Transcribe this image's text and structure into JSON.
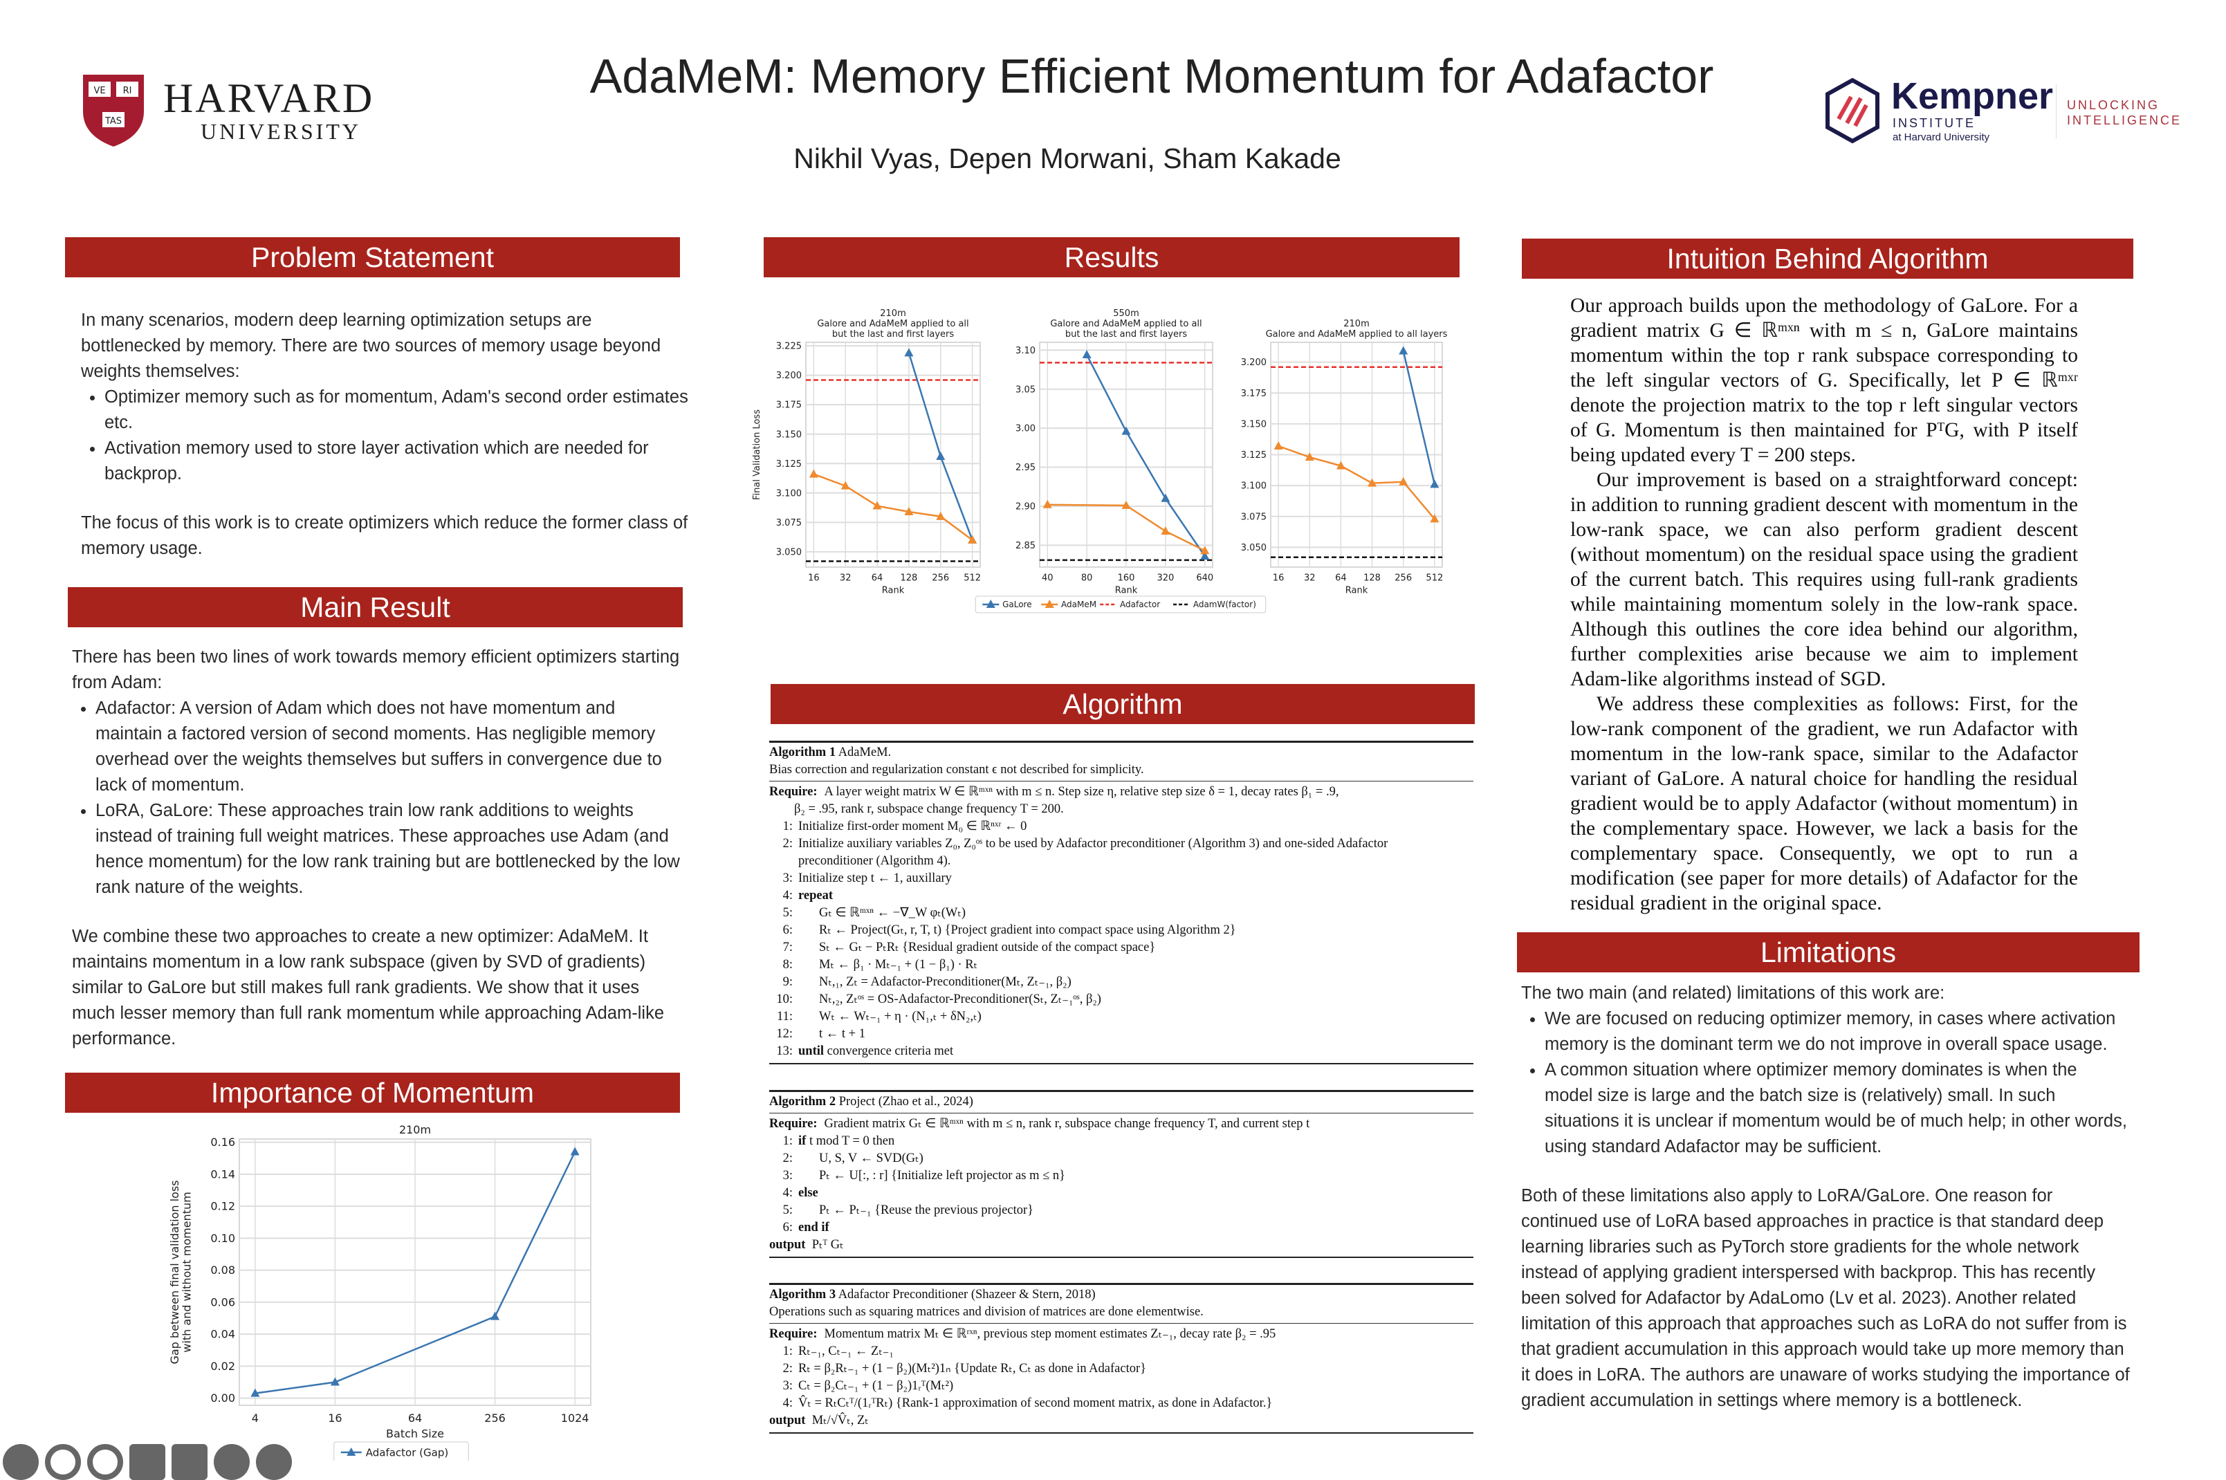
{
  "header": {
    "title": "AdaMeM: Memory Efficient Momentum for Adafactor",
    "authors": "Nikhil Vyas, Depen Morwani, Sham Kakade",
    "harvard_logo": {
      "name": "HARVARD",
      "sub": "UNIVERSITY",
      "shield": [
        "VE",
        "RI",
        "TAS"
      ]
    },
    "kempner_logo": {
      "name": "Kempner",
      "sub1": "INSTITUTE",
      "sub2": "at Harvard University",
      "tag1": "UNLOCKING",
      "tag2": "INTELLIGENCE"
    }
  },
  "colors": {
    "section_header": "#a8231c",
    "galore": "#3a76b0",
    "adamem": "#ef8a2e",
    "adafactor": "#e8302a",
    "adamw": "#111111"
  },
  "problem": {
    "heading": "Problem Statement",
    "p1": "In many scenarios, modern deep learning optimization setups are bottlenecked by memory. There are two sources of memory usage beyond weights themselves:",
    "bullets": [
      "Optimizer memory such as for momentum, Adam's second order estimates etc.",
      "Activation memory used to store layer activation which are needed for backprop."
    ],
    "p2": "The focus of this work is to create optimizers which reduce the former class of memory usage."
  },
  "main_result": {
    "heading": "Main Result",
    "p1": "There has been two lines of work towards memory efficient optimizers starting from Adam:",
    "bullets": [
      "Adafactor: A version of Adam which does not have momentum and maintain a factored version of second moments. Has negligible memory overhead over the weights themselves but suffers in convergence due to lack of momentum.",
      "LoRA, GaLore: These approaches train low rank additions to weights instead of training full weight matrices. These approaches use Adam (and hence momentum) for the low rank training but are bottlenecked by the low rank nature of the weights."
    ],
    "p2": "We combine these two approaches to create a new optimizer: AdaMeM. It maintains momentum in a low rank subspace (given by SVD of gradients) similar to GaLore but still makes full rank gradients. We show that it uses much lesser memory than full rank momentum while approaching Adam-like performance."
  },
  "importance": {
    "heading": "Importance of Momentum"
  },
  "results": {
    "heading": "Results"
  },
  "algorithm": {
    "heading": "Algorithm",
    "blocks": [
      {
        "title_bold": "Algorithm 1",
        "title": " AdaMeM.",
        "note": "Bias correction and regularization constant ϵ not described for simplicity.",
        "require": [
          "A layer weight matrix W ∈ ℝᵐˣⁿ with m ≤ n. Step size η, relative step size δ = 1, decay rates β₁ = .9,",
          "β₂ = .95, rank r, subspace change frequency T = 200."
        ],
        "lines": [
          {
            "n": "1:",
            "i": 0,
            "kw": "",
            "t": "Initialize first-order moment M₀ ∈ ℝⁿˣʳ ← 0"
          },
          {
            "n": "2:",
            "i": 0,
            "kw": "",
            "t": "Initialize auxiliary variables Z₀, Z₀ᵒˢ to be used by Adafactor preconditioner (Algorithm 3) and one-sided Adafactor"
          },
          {
            "n": "",
            "i": 0,
            "kw": "",
            "t": "preconditioner (Algorithm 4)."
          },
          {
            "n": "3:",
            "i": 0,
            "kw": "",
            "t": "Initialize step t ← 1, auxillary"
          },
          {
            "n": "4:",
            "i": 0,
            "kw": "repeat",
            "t": ""
          },
          {
            "n": "5:",
            "i": 1,
            "kw": "",
            "t": "Gₜ ∈ ℝᵐˣⁿ ← −∇_W φₜ(Wₜ)"
          },
          {
            "n": "6:",
            "i": 1,
            "kw": "",
            "t": "Rₜ ← Project(Gₜ, r, T, t) {Project gradient into compact space using Algorithm 2}"
          },
          {
            "n": "7:",
            "i": 1,
            "kw": "",
            "t": "Sₜ ← Gₜ − PₜRₜ {Residual gradient outside of the compact space}"
          },
          {
            "n": "8:",
            "i": 1,
            "kw": "",
            "t": "Mₜ ← β₁ · Mₜ₋₁ + (1 − β₁) · Rₜ"
          },
          {
            "n": "9:",
            "i": 1,
            "kw": "",
            "t": "Nₜ,₁, Zₜ = Adafactor-Preconditioner(Mₜ, Zₜ₋₁, β₂)"
          },
          {
            "n": "10:",
            "i": 1,
            "kw": "",
            "t": "Nₜ,₂, Zₜᵒˢ = OS-Adafactor-Preconditioner(Sₜ, Zₜ₋₁ᵒˢ, β₂)"
          },
          {
            "n": "11:",
            "i": 1,
            "kw": "",
            "t": "Wₜ ← Wₜ₋₁ + η · (N₁,ₜ + δN₂,ₜ)"
          },
          {
            "n": "12:",
            "i": 1,
            "kw": "",
            "t": "t ← t + 1"
          },
          {
            "n": "13:",
            "i": 0,
            "kw": "until",
            "t": " convergence criteria met"
          }
        ]
      },
      {
        "title_bold": "Algorithm 2",
        "title": " Project (Zhao et al., 2024)",
        "note": "",
        "require": [
          "Gradient matrix Gₜ ∈ ℝᵐˣⁿ with m ≤ n, rank r, subspace change frequency T, and current step t"
        ],
        "lines": [
          {
            "n": "1:",
            "i": 0,
            "kw": "if",
            "t": " t mod T = 0 then"
          },
          {
            "n": "2:",
            "i": 1,
            "kw": "",
            "t": "U, S, V ← SVD(Gₜ)"
          },
          {
            "n": "3:",
            "i": 1,
            "kw": "",
            "t": "Pₜ ← U[:, : r] {Initialize left projector as m ≤ n}"
          },
          {
            "n": "4:",
            "i": 0,
            "kw": "else",
            "t": ""
          },
          {
            "n": "5:",
            "i": 1,
            "kw": "",
            "t": "Pₜ ← Pₜ₋₁ {Reuse the previous projector}"
          },
          {
            "n": "6:",
            "i": 0,
            "kw": "end if",
            "t": ""
          },
          {
            "n": "",
            "i": -1,
            "kw": "output",
            "t": "  Pₜᵀ Gₜ"
          }
        ]
      },
      {
        "title_bold": "Algorithm 3",
        "title": " Adafactor Preconditioner (Shazeer & Stern, 2018)",
        "note": "Operations such as squaring matrices and division of matrices are done elementwise.",
        "require": [
          "Momentum matrix Mₜ ∈ ℝʳˣⁿ, previous step moment estimates Zₜ₋₁, decay rate β₂ = .95"
        ],
        "lines": [
          {
            "n": "1:",
            "i": 0,
            "kw": "",
            "t": "Rₜ₋₁, Cₜ₋₁ ← Zₜ₋₁"
          },
          {
            "n": "2:",
            "i": 0,
            "kw": "",
            "t": "Rₜ = β₂Rₜ₋₁ + (1 − β₂)(Mₜ²)1ₙ {Update Rₜ, Cₜ as done in Adafactor}"
          },
          {
            "n": "3:",
            "i": 0,
            "kw": "",
            "t": "Cₜ = β₂Cₜ₋₁ + (1 − β₂)1ᵣᵀ(Mₜ²)"
          },
          {
            "n": "4:",
            "i": 0,
            "kw": "",
            "t": "V̂ₜ = RₜCₜᵀ/(1ᵣᵀRₜ) {Rank-1 approximation of second moment matrix, as done in Adafactor.}"
          },
          {
            "n": "",
            "i": -1,
            "kw": "output",
            "t": "  Mₜ/√V̂ₜ, Zₜ"
          }
        ]
      }
    ]
  },
  "intuition": {
    "heading": "Intuition Behind Algorithm",
    "paragraphs": [
      "Our approach builds upon the methodology of GaLore. For a gradient matrix G ∈ ℝᵐˣⁿ with m ≤ n, GaLore maintains momentum within the top r rank subspace corresponding to the left singular vectors of G. Specifically, let P ∈ ℝᵐˣʳ denote the projection matrix to the top r left singular vectors of G. Momentum is then maintained for PᵀG, with P itself being updated every T = 200 steps.",
      "Our improvement is based on a straightforward concept: in addition to running gradient descent with momentum in the low-rank space, we can also perform gradient descent (without momentum) on the residual space using the gradient of the current batch. This requires using full-rank gradients while maintaining momentum solely in the low-rank space. Although this outlines the core idea behind our algorithm, further complexities arise because we aim to implement Adam-like algorithms instead of SGD.",
      "We address these complexities as follows: First, for the low-rank component of the gradient, we run Adafactor with momentum in the low-rank space, similar to the Adafactor variant of GaLore. A natural choice for handling the residual gradient would be to apply Adafactor (without momentum) in the complementary space. However, we lack a basis for the complementary space. Consequently, we opt to run a modification (see paper for more details) of Adafactor for the residual gradient in the original space."
    ]
  },
  "limitations": {
    "heading": "Limitations",
    "p1": "The two main (and related) limitations of this work are:",
    "bullets": [
      "We are focused on reducing optimizer memory, in cases where activation memory is the dominant term we do not improve in overall space usage.",
      "A common situation where optimizer memory dominates is when the model size is large and the batch size is (relatively) small. In such situations it is unclear if momentum would be of much help; in other words, using standard Adafactor may be sufficient."
    ],
    "p2": "Both of these limitations also apply to LoRA/GaLore. One reason for continued use of LoRA based approaches in practice is that standard deep learning libraries such as PyTorch store gradients for the whole network instead of applying gradient interspersed with backprop. This has recently been solved for Adafactor by AdaLomo (Lv et al. 2023). Another related limitation of this approach that approaches such as LoRA do not suffer from is that gradient accumulation in this approach would take up more memory than it does in LoRA. The authors are unaware of works studying the importance of gradient accumulation in settings where memory is a bottleneck."
  },
  "toolbar_icons": [
    "edit-icon",
    "pen-icon",
    "search-icon",
    "captions-icon",
    "camera-icon",
    "more-icon",
    "next-icon"
  ],
  "chart_data": [
    {
      "type": "line",
      "title": "210m\nGalore and AdaMeM applied to all\nbut the last and first layers",
      "xlabel": "Rank",
      "ylabel": "Final Validation Loss",
      "categories": [
        "16",
        "32",
        "64",
        "128",
        "256",
        "512"
      ],
      "ylim": [
        3.037,
        3.228
      ],
      "yticks": [
        "3.050",
        "3.075",
        "3.100",
        "3.125",
        "3.150",
        "3.175",
        "3.200",
        "3.225"
      ],
      "grid": true,
      "series": [
        {
          "name": "GaLore",
          "values": [
            null,
            null,
            null,
            3.219,
            3.131,
            3.06
          ]
        },
        {
          "name": "AdaMeM",
          "values": [
            3.116,
            3.106,
            3.089,
            3.084,
            3.08,
            3.06
          ]
        }
      ],
      "hlines": [
        {
          "name": "Adafactor",
          "value": 3.196
        },
        {
          "name": "AdamW(factor)",
          "value": 3.042
        }
      ]
    },
    {
      "type": "line",
      "title": "550m\nGalore and AdaMeM applied to all\nbut the last and first layers",
      "xlabel": "Rank",
      "ylabel": "",
      "categories": [
        "40",
        "80",
        "160",
        "320",
        "640"
      ],
      "ylim": [
        2.822,
        3.11
      ],
      "yticks": [
        "2.85",
        "2.90",
        "2.95",
        "3.00",
        "3.05",
        "3.10"
      ],
      "grid": true,
      "series": [
        {
          "name": "GaLore",
          "values": [
            null,
            3.094,
            2.996,
            2.91,
            2.836
          ]
        },
        {
          "name": "AdaMeM",
          "values": [
            2.902,
            null,
            2.901,
            2.868,
            2.843
          ]
        }
      ],
      "hlines": [
        {
          "name": "Adafactor",
          "value": 3.084
        },
        {
          "name": "AdamW(factor)",
          "value": 2.831
        }
      ]
    },
    {
      "type": "line",
      "title": "210m\nGalore and AdaMeM applied to all layers",
      "xlabel": "Rank",
      "ylabel": "",
      "categories": [
        "16",
        "32",
        "64",
        "128",
        "256",
        "512"
      ],
      "ylim": [
        3.034,
        3.216
      ],
      "yticks": [
        "3.050",
        "3.075",
        "3.100",
        "3.125",
        "3.150",
        "3.175",
        "3.200"
      ],
      "grid": true,
      "series": [
        {
          "name": "GaLore",
          "values": [
            null,
            null,
            null,
            null,
            3.209,
            3.101
          ]
        },
        {
          "name": "AdaMeM",
          "values": [
            3.132,
            3.123,
            3.116,
            3.102,
            3.103,
            3.073
          ]
        }
      ],
      "hlines": [
        {
          "name": "Adafactor",
          "value": 3.196
        },
        {
          "name": "AdamW(factor)",
          "value": 3.042
        }
      ],
      "legend": {
        "placement": "bottom-center",
        "entries": [
          "GaLore",
          "AdaMeM",
          "Adafactor",
          "AdamW(factor)"
        ]
      }
    },
    {
      "type": "line",
      "title": "210m",
      "xlabel": "Batch Size",
      "ylabel": "Gap between final validation loss\nwith and without momentum",
      "categories": [
        "4",
        "16",
        "64",
        "256",
        "1024"
      ],
      "ylim": [
        -0.0045,
        0.162
      ],
      "yticks": [
        "0.00",
        "0.02",
        "0.04",
        "0.06",
        "0.08",
        "0.10",
        "0.12",
        "0.14",
        "0.16"
      ],
      "grid": true,
      "series": [
        {
          "name": "Adafactor (Gap)",
          "values": [
            0.003,
            0.01,
            null,
            0.051,
            0.154
          ]
        }
      ],
      "legend": {
        "placement": "bottom-center",
        "entries": [
          "Adafactor (Gap)"
        ]
      }
    }
  ]
}
